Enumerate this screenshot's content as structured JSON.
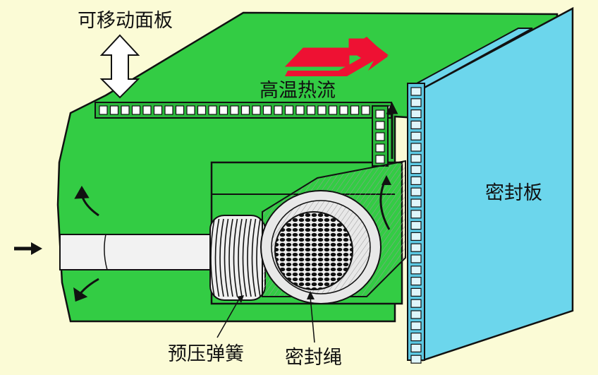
{
  "labels": {
    "movable_panel": "可移动面板",
    "high_temp_flow": "高温热流",
    "seal_plate": "密封板",
    "preload_spring": "预压弹簧",
    "seal_rope": "密封绳"
  },
  "colors": {
    "background": "#fbfbd6",
    "panel_green": "#33cc44",
    "seal_plate_blue": "#6cd6ec",
    "heat_arrow_red": "#ee1133",
    "outline": "#111111"
  }
}
